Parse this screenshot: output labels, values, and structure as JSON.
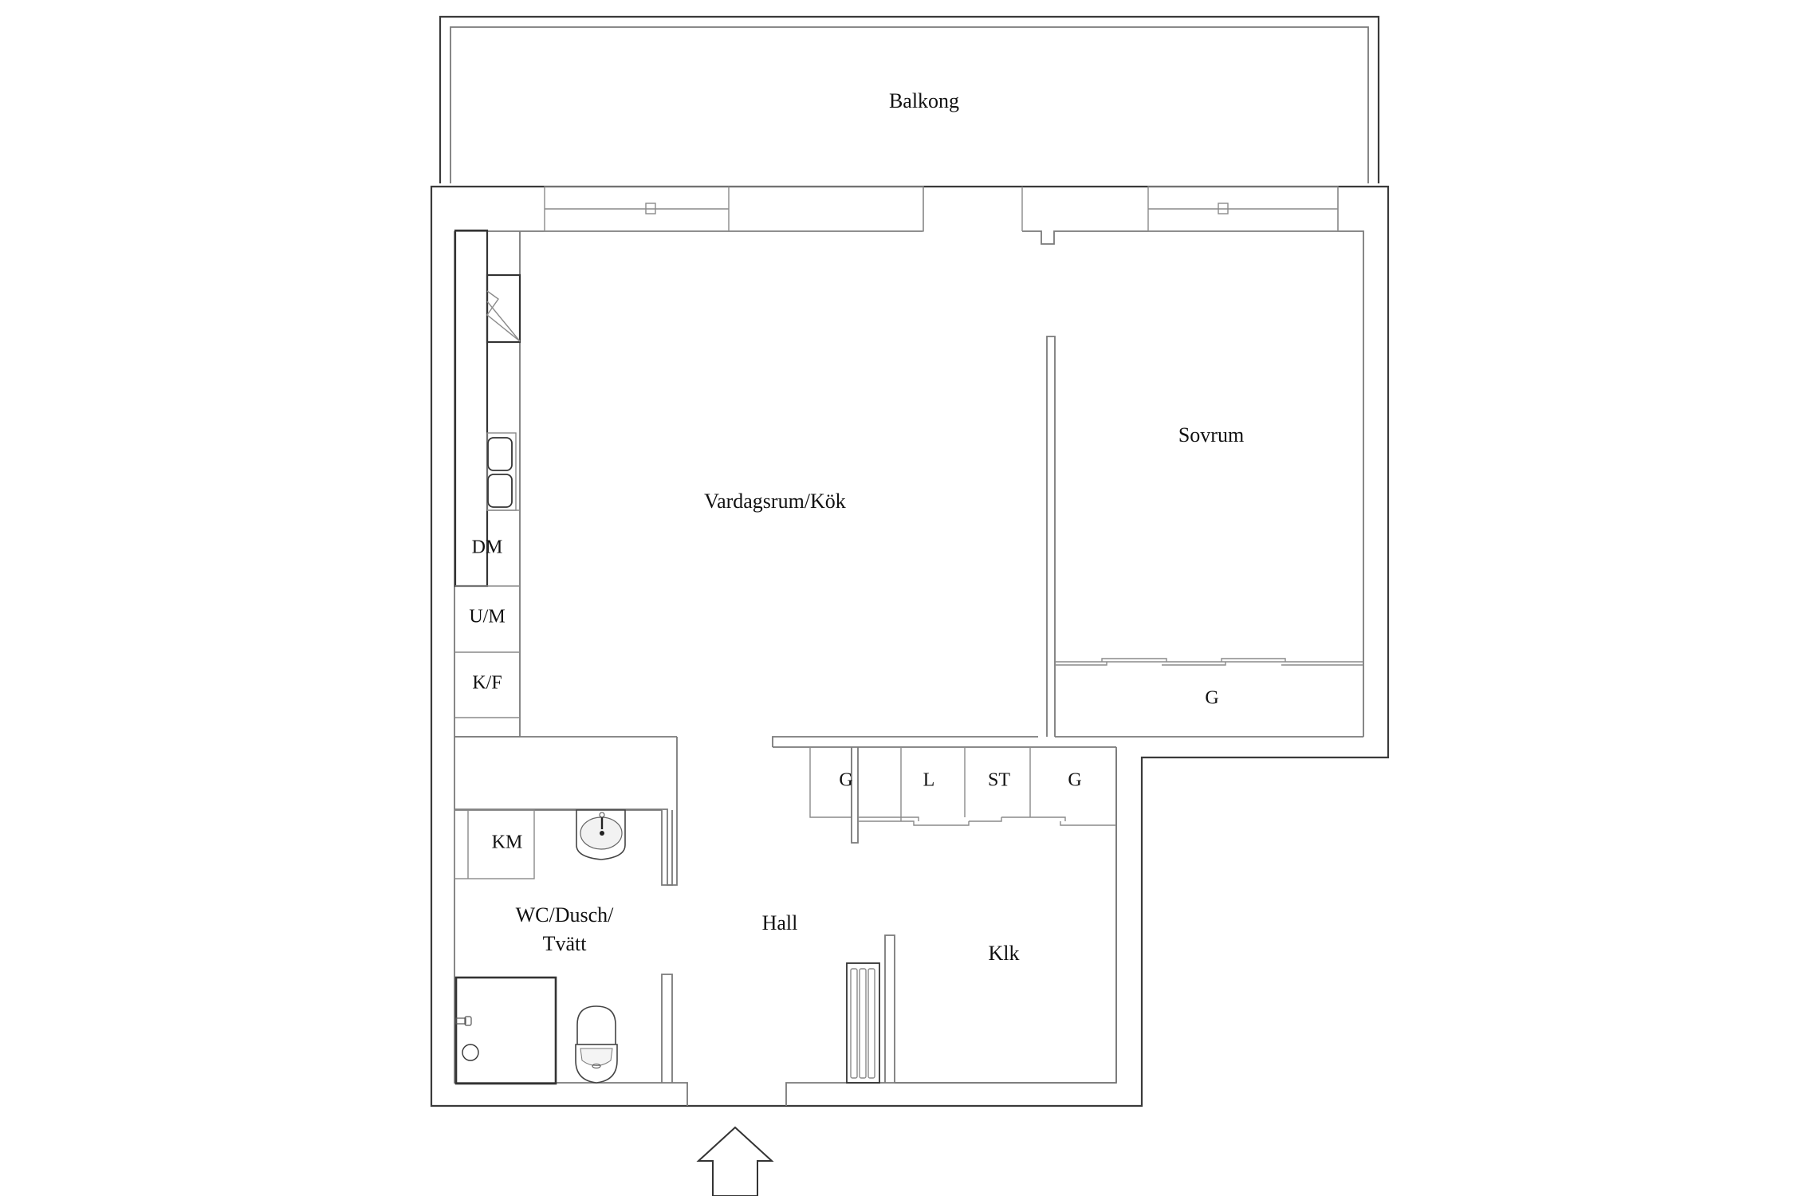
{
  "plan": {
    "rooms": {
      "balcony": "Balkong",
      "living_kitchen": "Vardagsrum/Kök",
      "bedroom": "Sovrum",
      "bedroom_wardrobe": "G",
      "hall": "Hall",
      "bathroom_line1": "WC/Dusch/",
      "bathroom_line2": "Tvätt",
      "walk_in_closet": "Klk"
    },
    "kitchen_appliances": {
      "dishwasher": "DM",
      "oven_microwave": "U/M",
      "fridge_freezer": "K/F"
    },
    "bathroom_fixtures": {
      "washing_machine": "KM"
    },
    "hall_storage": [
      {
        "label": "G"
      },
      {
        "label": "L"
      },
      {
        "label": "ST"
      },
      {
        "label": "G"
      }
    ],
    "entrance": {
      "icon": "entrance-arrow-icon"
    },
    "colors": {
      "background": "#ffffff",
      "wall_line": "#3a3a3a",
      "interior_line": "#7a7a7a",
      "text": "#111111"
    }
  }
}
